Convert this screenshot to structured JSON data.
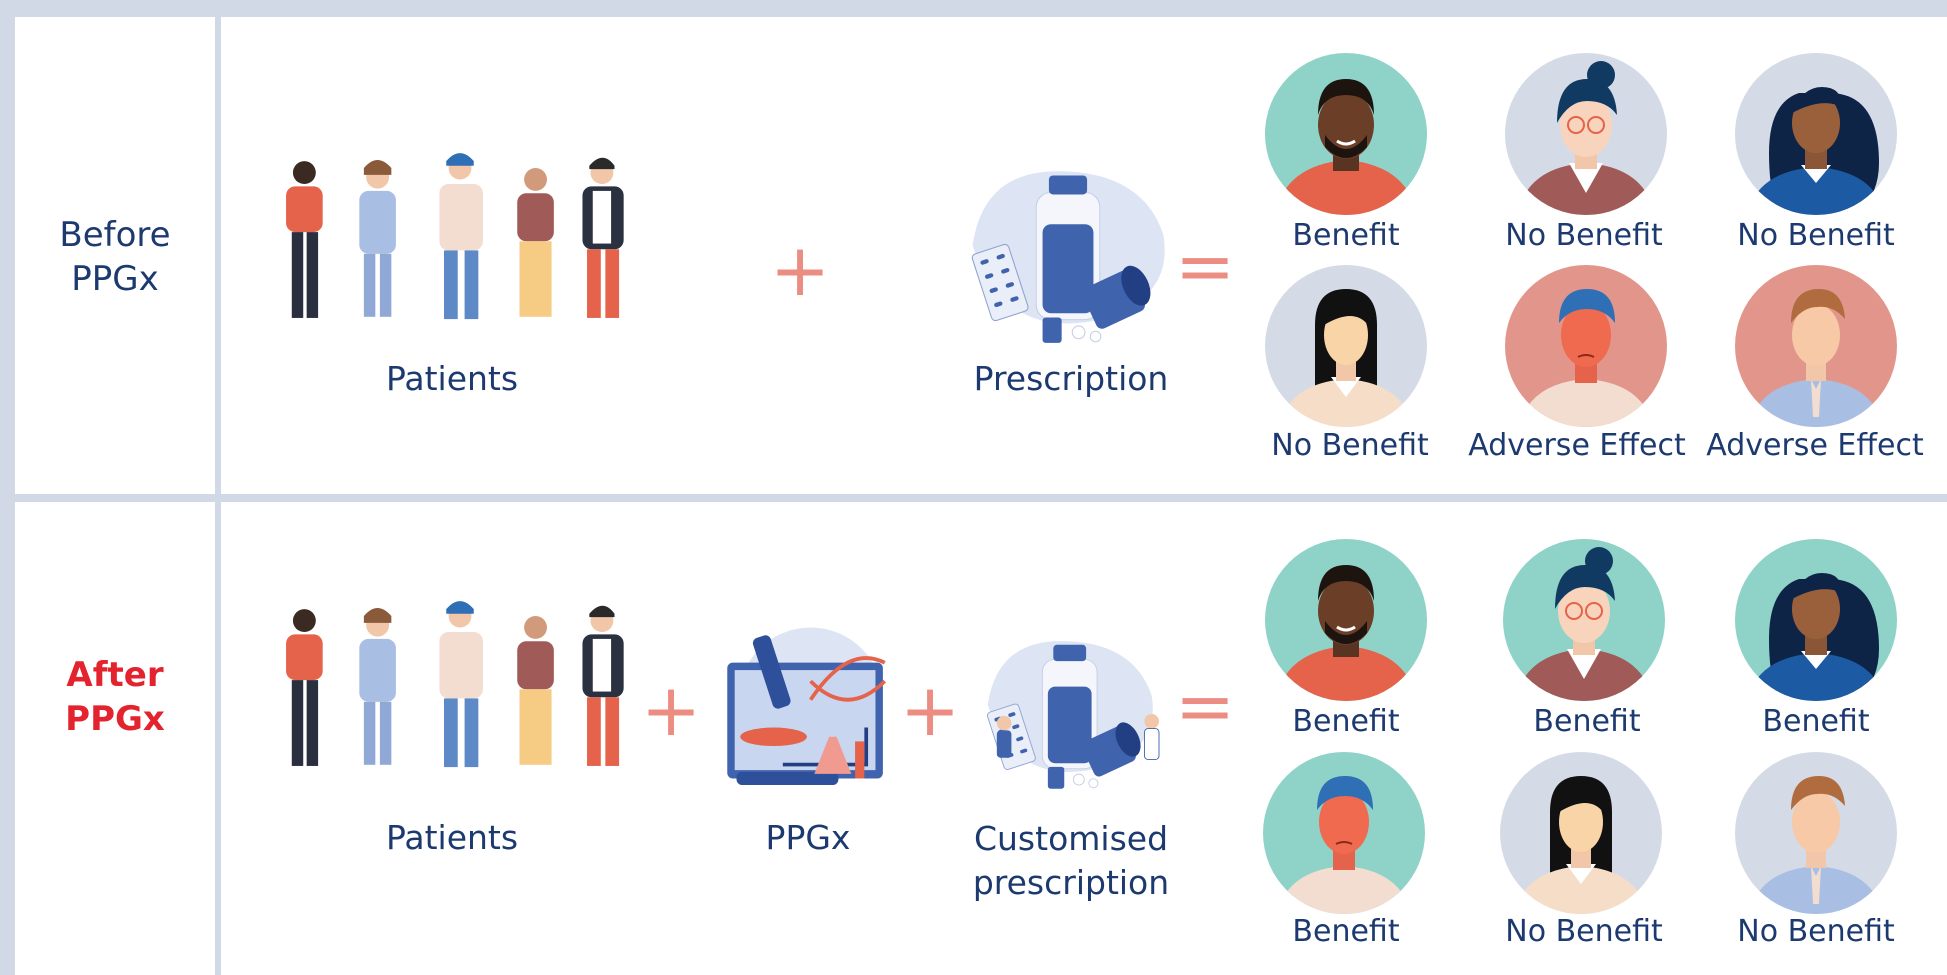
{
  "colors": {
    "background": "#d1d9e6",
    "panel": "#ffffff",
    "text_navy": "#1d3a70",
    "text_red": "#e3232e",
    "operator": "#ec8d83",
    "avatar_teal": "#8fd3c8",
    "avatar_grey": "#d5dbe6",
    "avatar_salmon": "#e2968b"
  },
  "rows": [
    {
      "title": "Before\nPPGx",
      "title_color": "#1d3a70",
      "items": [
        {
          "label": "Patients",
          "icon": "patients-group-illustration"
        },
        {
          "label": "Prescription",
          "icon": "pill-bottles-illustration"
        }
      ],
      "operators": [
        "+",
        "="
      ],
      "outcomes": [
        {
          "label": "Benefit",
          "bg": "#8fd3c8",
          "icon": "man-dark-skin-avatar"
        },
        {
          "label": "No Benefit",
          "bg": "#d5dbe6",
          "icon": "woman-glasses-avatar"
        },
        {
          "label": "No Benefit",
          "bg": "#d5dbe6",
          "icon": "woman-long-hair-avatar"
        },
        {
          "label": "No Benefit",
          "bg": "#d5dbe6",
          "icon": "woman-black-hair-avatar"
        },
        {
          "label": "Adverse Effect",
          "bg": "#e2968b",
          "icon": "man-blue-hair-avatar"
        },
        {
          "label": "Adverse Effect",
          "bg": "#e2968b",
          "icon": "man-tie-avatar"
        }
      ]
    },
    {
      "title": "After\nPPGx",
      "title_color": "#e3232e",
      "items": [
        {
          "label": "Patients",
          "icon": "patients-group-illustration"
        },
        {
          "label": "PPGx",
          "icon": "microscope-dna-illustration"
        },
        {
          "label": "Customised\nprescription",
          "icon": "lab-pills-illustration"
        }
      ],
      "operators": [
        "+",
        "+",
        "="
      ],
      "outcomes": [
        {
          "label": "Benefit",
          "bg": "#8fd3c8",
          "icon": "man-dark-skin-avatar"
        },
        {
          "label": "Benefit",
          "bg": "#8fd3c8",
          "icon": "woman-glasses-avatar"
        },
        {
          "label": "Benefit",
          "bg": "#8fd3c8",
          "icon": "woman-long-hair-avatar"
        },
        {
          "label": "Benefit",
          "bg": "#8fd3c8",
          "icon": "man-blue-hair-avatar"
        },
        {
          "label": "No Benefit",
          "bg": "#d5dbe6",
          "icon": "woman-black-hair-avatar"
        },
        {
          "label": "No Benefit",
          "bg": "#d5dbe6",
          "icon": "man-tie-avatar"
        }
      ]
    }
  ]
}
